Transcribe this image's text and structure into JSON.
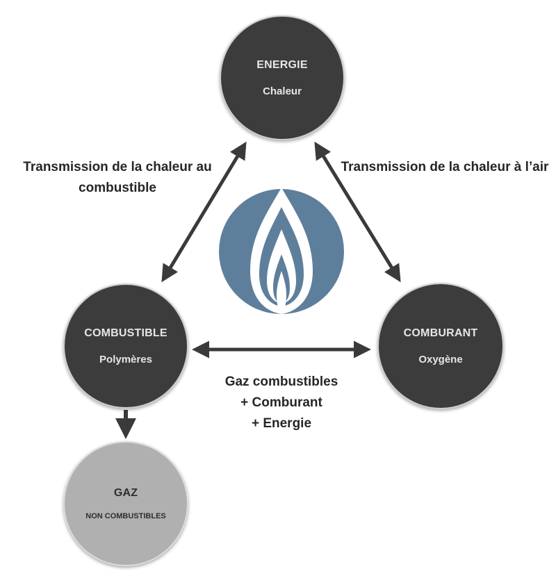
{
  "nodes": {
    "energie": {
      "title": "ENERGIE",
      "subtitle": "Chaleur"
    },
    "combustible": {
      "title": "COMBUSTIBLE",
      "subtitle": "Polymères"
    },
    "comburant": {
      "title": "COMBURANT",
      "subtitle": "Oxygène"
    },
    "gaz": {
      "title": "GAZ",
      "subtitle": "NON COMBUSTIBLES"
    }
  },
  "labels": {
    "left": [
      "Transmission de la chaleur au",
      "combustible"
    ],
    "right": [
      "Transmission de la chaleur à l’air"
    ],
    "bottom": [
      "Gaz combustibles",
      "+ Comburant",
      "+ Energie"
    ]
  },
  "colors": {
    "node_dark": "#3c3c3c",
    "node_light": "#b0b0b0",
    "flame_circle": "#5e7f9c",
    "arrow": "#3a3a3a"
  },
  "icons": {
    "center": "flame-icon"
  }
}
